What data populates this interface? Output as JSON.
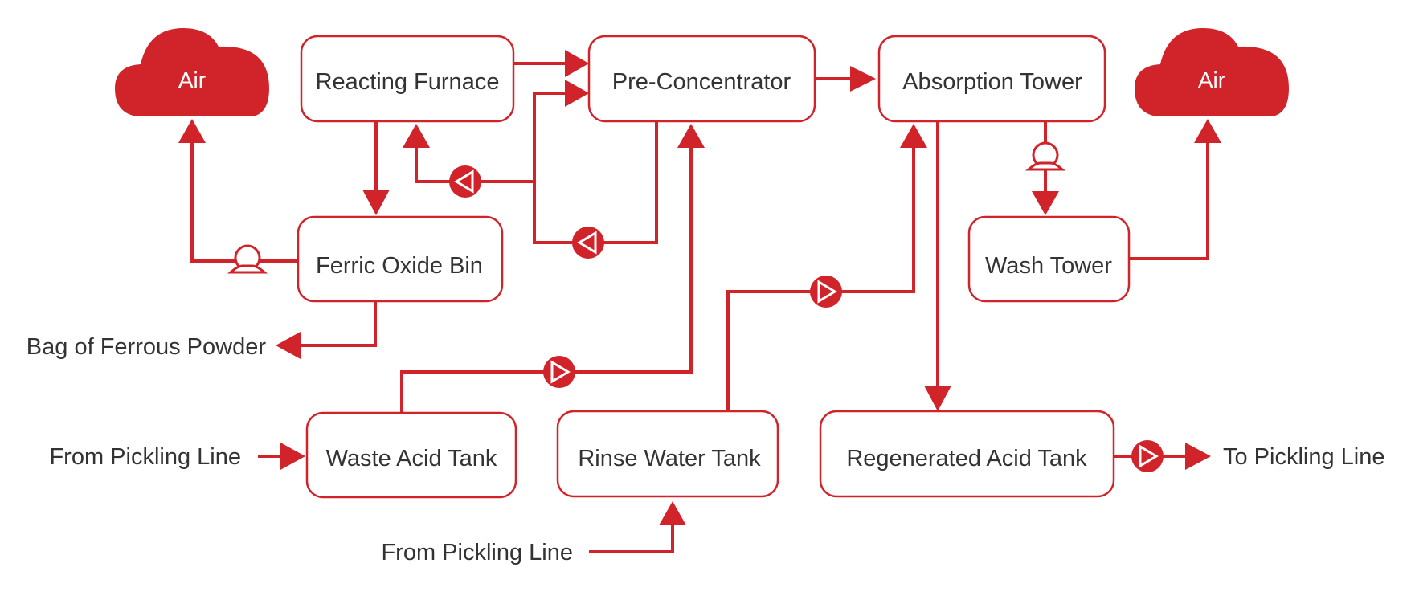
{
  "colors": {
    "accent": "#d0232a",
    "text": "#333333",
    "background": "#ffffff"
  },
  "clouds": {
    "left": {
      "label": "Air"
    },
    "right": {
      "label": "Air"
    }
  },
  "nodes": {
    "reacting_furnace": "Reacting Furnace",
    "pre_concentrator": "Pre-Concentrator",
    "absorption_tower": "Absorption Tower",
    "ferric_oxide_bin": "Ferric Oxide Bin",
    "wash_tower": "Wash Tower",
    "waste_acid_tank": "Waste Acid Tank",
    "rinse_water_tank": "Rinse Water Tank",
    "regenerated_acid_tank": "Regenerated Acid Tank"
  },
  "external": {
    "bag_of_ferrous_powder": "Bag of Ferrous Powder",
    "from_pickling_line_waste": "From Pickling Line",
    "from_pickling_line_rinse": "From Pickling Line",
    "to_pickling_line": "To Pickling Line"
  },
  "icons": {
    "pump": "pump-icon",
    "fan": "fan-blower-icon",
    "cloud": "cloud-icon"
  }
}
